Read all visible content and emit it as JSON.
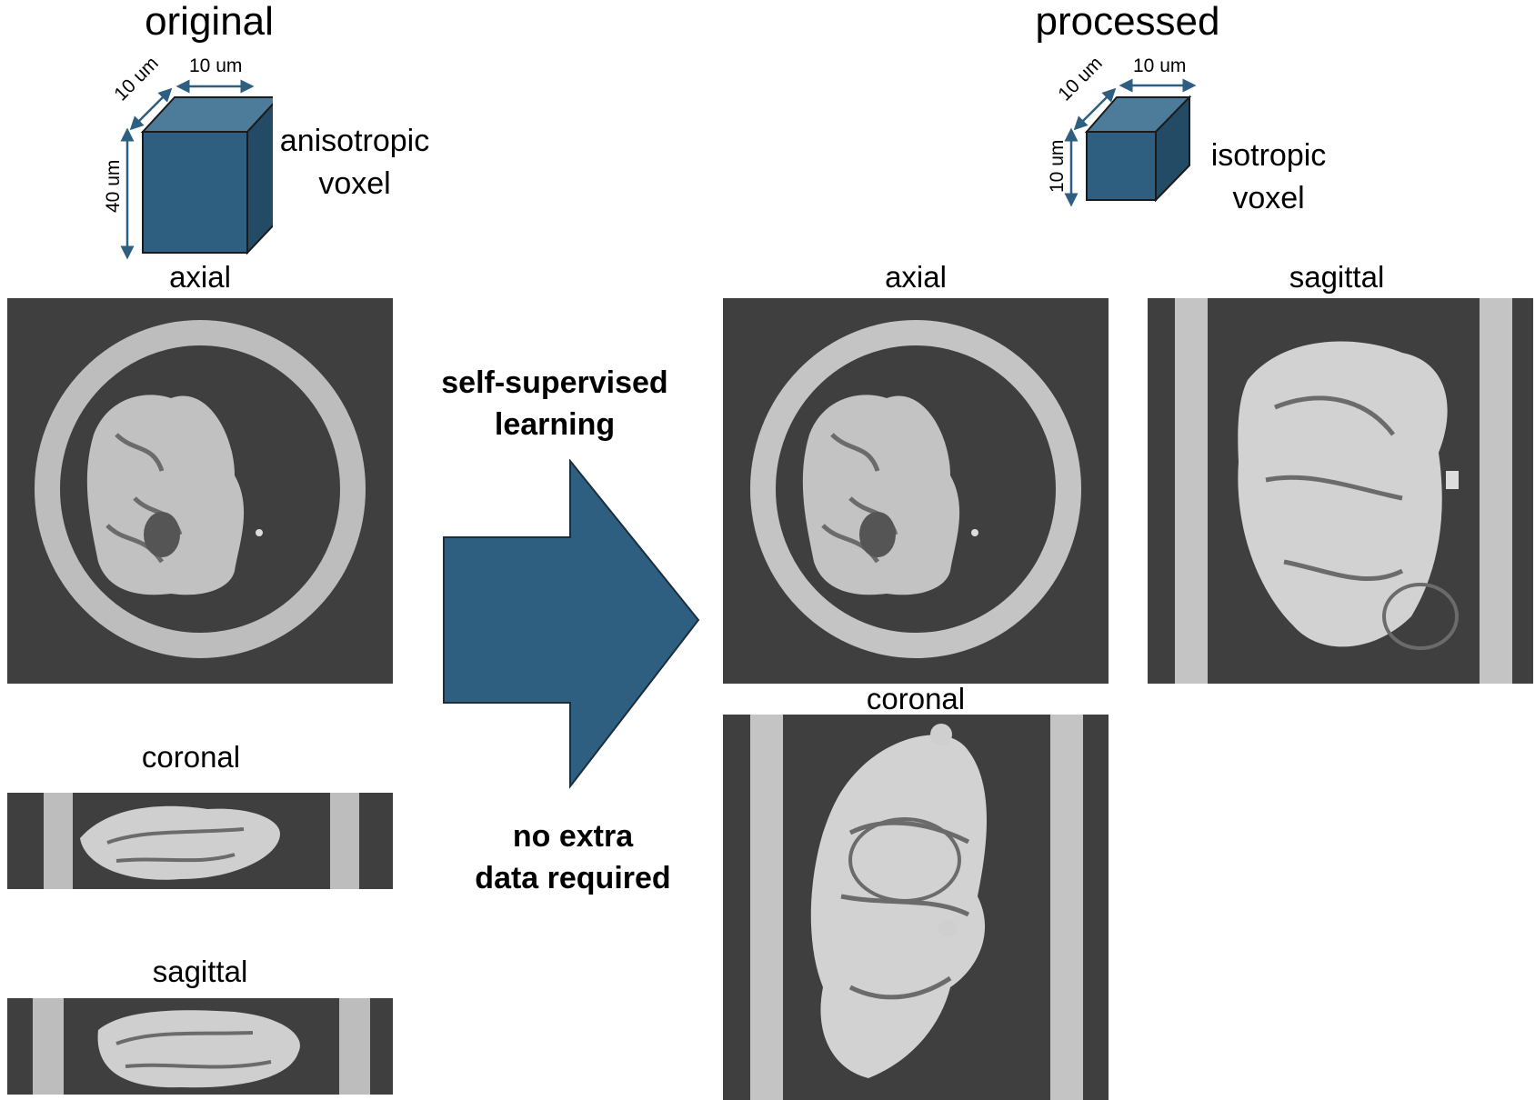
{
  "original": {
    "heading": "original",
    "voxel": {
      "width_label": "10 um",
      "depth_label": "10 um",
      "height_label": "40 um",
      "caption_line1": "anisotropic",
      "caption_line2": "voxel"
    },
    "views": {
      "axial": "axial",
      "coronal": "coronal",
      "sagittal": "sagittal"
    }
  },
  "processed": {
    "heading": "processed",
    "voxel": {
      "width_label": "10 um",
      "depth_label": "10 um",
      "height_label": "10 um",
      "caption_line1": "isotropic",
      "caption_line2": "voxel"
    },
    "views": {
      "axial": "axial",
      "coronal": "coronal",
      "sagittal": "sagittal"
    }
  },
  "method": {
    "top_line1": "self-supervised",
    "top_line2": "learning",
    "bottom_line1": "no extra",
    "bottom_line2": "data required"
  },
  "colors": {
    "cube_front": "#2e5f80",
    "cube_top": "#4d7c9a",
    "cube_side": "#234b66",
    "arrow": "#2e5f80",
    "scan_background": "#3f3f3f",
    "tube_wall": "#bdbdbd",
    "tissue": "#cfcfcf"
  }
}
